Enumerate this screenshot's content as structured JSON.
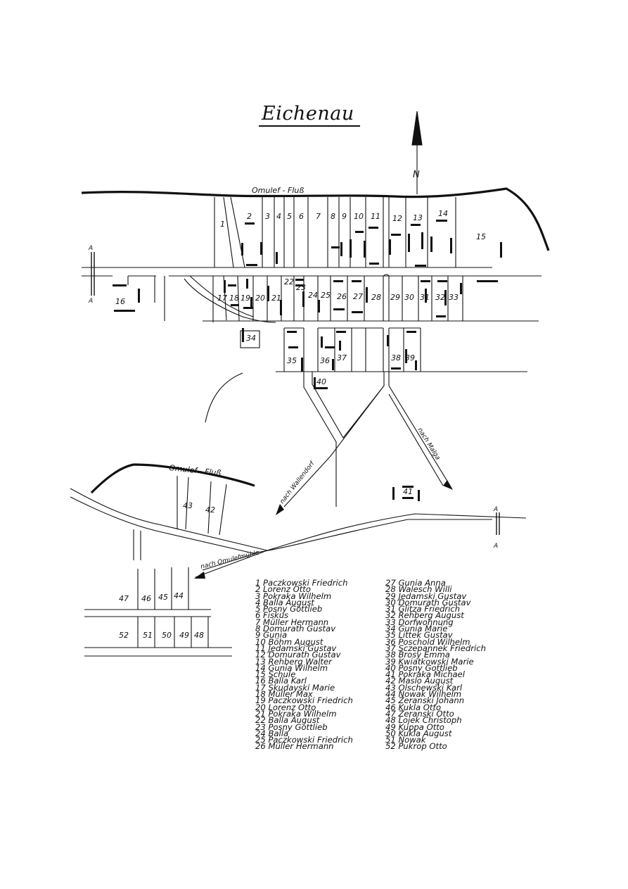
{
  "map_title": "Eichenau",
  "north_label": "N",
  "rivers": {
    "upper": "Omulef - Fluß",
    "lower": "Omulef - Fluß"
  },
  "roads": {
    "to_wallendorf": "nach Wallendorf",
    "to_malga": "nach Malga",
    "to_mill": "nach Omulefmühle"
  },
  "section_markers": [
    {
      "top": "A",
      "bottom": "A",
      "id": "west"
    },
    {
      "top": "A",
      "bottom": "A",
      "id": "east"
    }
  ],
  "legend_left": [
    "1 Paczkowski Friedrich",
    "2 Lorenz Otto",
    "3 Pokraka Wilhelm",
    "4 Balla August",
    "5 Posny Gottlieb",
    "6 Fiskus",
    "7 Müller Hermann",
    "8 Domurath Gustav",
    "9 Gunia",
    "10 Böhm August",
    "11 Jedamski Gustav",
    "12 Domurath Gustav",
    "13 Rehberg Walter",
    "14 Gunia Wilhelm",
    "15 Schule",
    "16 Balla Karl",
    "17 Skudayski Marie",
    "18 Müller Max",
    "19 Paczkowski Friedrich",
    "20 Lorenz Otto",
    "21 Pokraka Wilhelm",
    "22 Balla August",
    "23 Posny Gottlieb",
    "24 Balla",
    "25 Paczkowski Friedrich",
    "26 Müller Hermann"
  ],
  "legend_right": [
    "27 Gunia Anna",
    "28 Walesch Willi",
    "29 Jedamski Gustav",
    "30 Domurath Gustav",
    "31 Glitza Friedrich",
    "32 Rehberg August",
    "33 Dorfwohnung",
    "34 Gunia Marie",
    "35 Littek Gustav",
    "36 Poschold Wilhelm",
    "37 Sczepannek Friedrich",
    "38 Brosy Emma",
    "39 Kwiatkowski Marie",
    "40 Posny Gottlieb",
    "41 Pokraka Michael",
    "42 Maslo August",
    "43 Olschewski Karl",
    "44 Nowak Wilhelm",
    "45 Zeranski Johann",
    "46 Kukla Otto",
    "47 Zeranski Otto",
    "48 Lojek Christoph",
    "49 Kuppa Otto",
    "50 Kukla August",
    "51 Nowak",
    "52 Pukrop Otto"
  ],
  "plots": [
    {
      "n": "1"
    },
    {
      "n": "2"
    },
    {
      "n": "3"
    },
    {
      "n": "4"
    },
    {
      "n": "5"
    },
    {
      "n": "6"
    },
    {
      "n": "7"
    },
    {
      "n": "8"
    },
    {
      "n": "9"
    },
    {
      "n": "10"
    },
    {
      "n": "11"
    },
    {
      "n": "12"
    },
    {
      "n": "13"
    },
    {
      "n": "14"
    },
    {
      "n": "15"
    },
    {
      "n": "16"
    },
    {
      "n": "17"
    },
    {
      "n": "18"
    },
    {
      "n": "19"
    },
    {
      "n": "20"
    },
    {
      "n": "21"
    },
    {
      "n": "22"
    },
    {
      "n": "23"
    },
    {
      "n": "24"
    },
    {
      "n": "25"
    },
    {
      "n": "26"
    },
    {
      "n": "27"
    },
    {
      "n": "28"
    },
    {
      "n": "29"
    },
    {
      "n": "30"
    },
    {
      "n": "31"
    },
    {
      "n": "32"
    },
    {
      "n": "33"
    },
    {
      "n": "34"
    },
    {
      "n": "35"
    },
    {
      "n": "36"
    },
    {
      "n": "37"
    },
    {
      "n": "38"
    },
    {
      "n": "39"
    },
    {
      "n": "40"
    },
    {
      "n": "41"
    },
    {
      "n": "42"
    },
    {
      "n": "43"
    },
    {
      "n": "44"
    },
    {
      "n": "45"
    },
    {
      "n": "46"
    },
    {
      "n": "47"
    },
    {
      "n": "48"
    },
    {
      "n": "49"
    },
    {
      "n": "50"
    },
    {
      "n": "51"
    },
    {
      "n": "52"
    }
  ],
  "colors": {
    "ink": "#111111",
    "paper": "#ffffff"
  }
}
